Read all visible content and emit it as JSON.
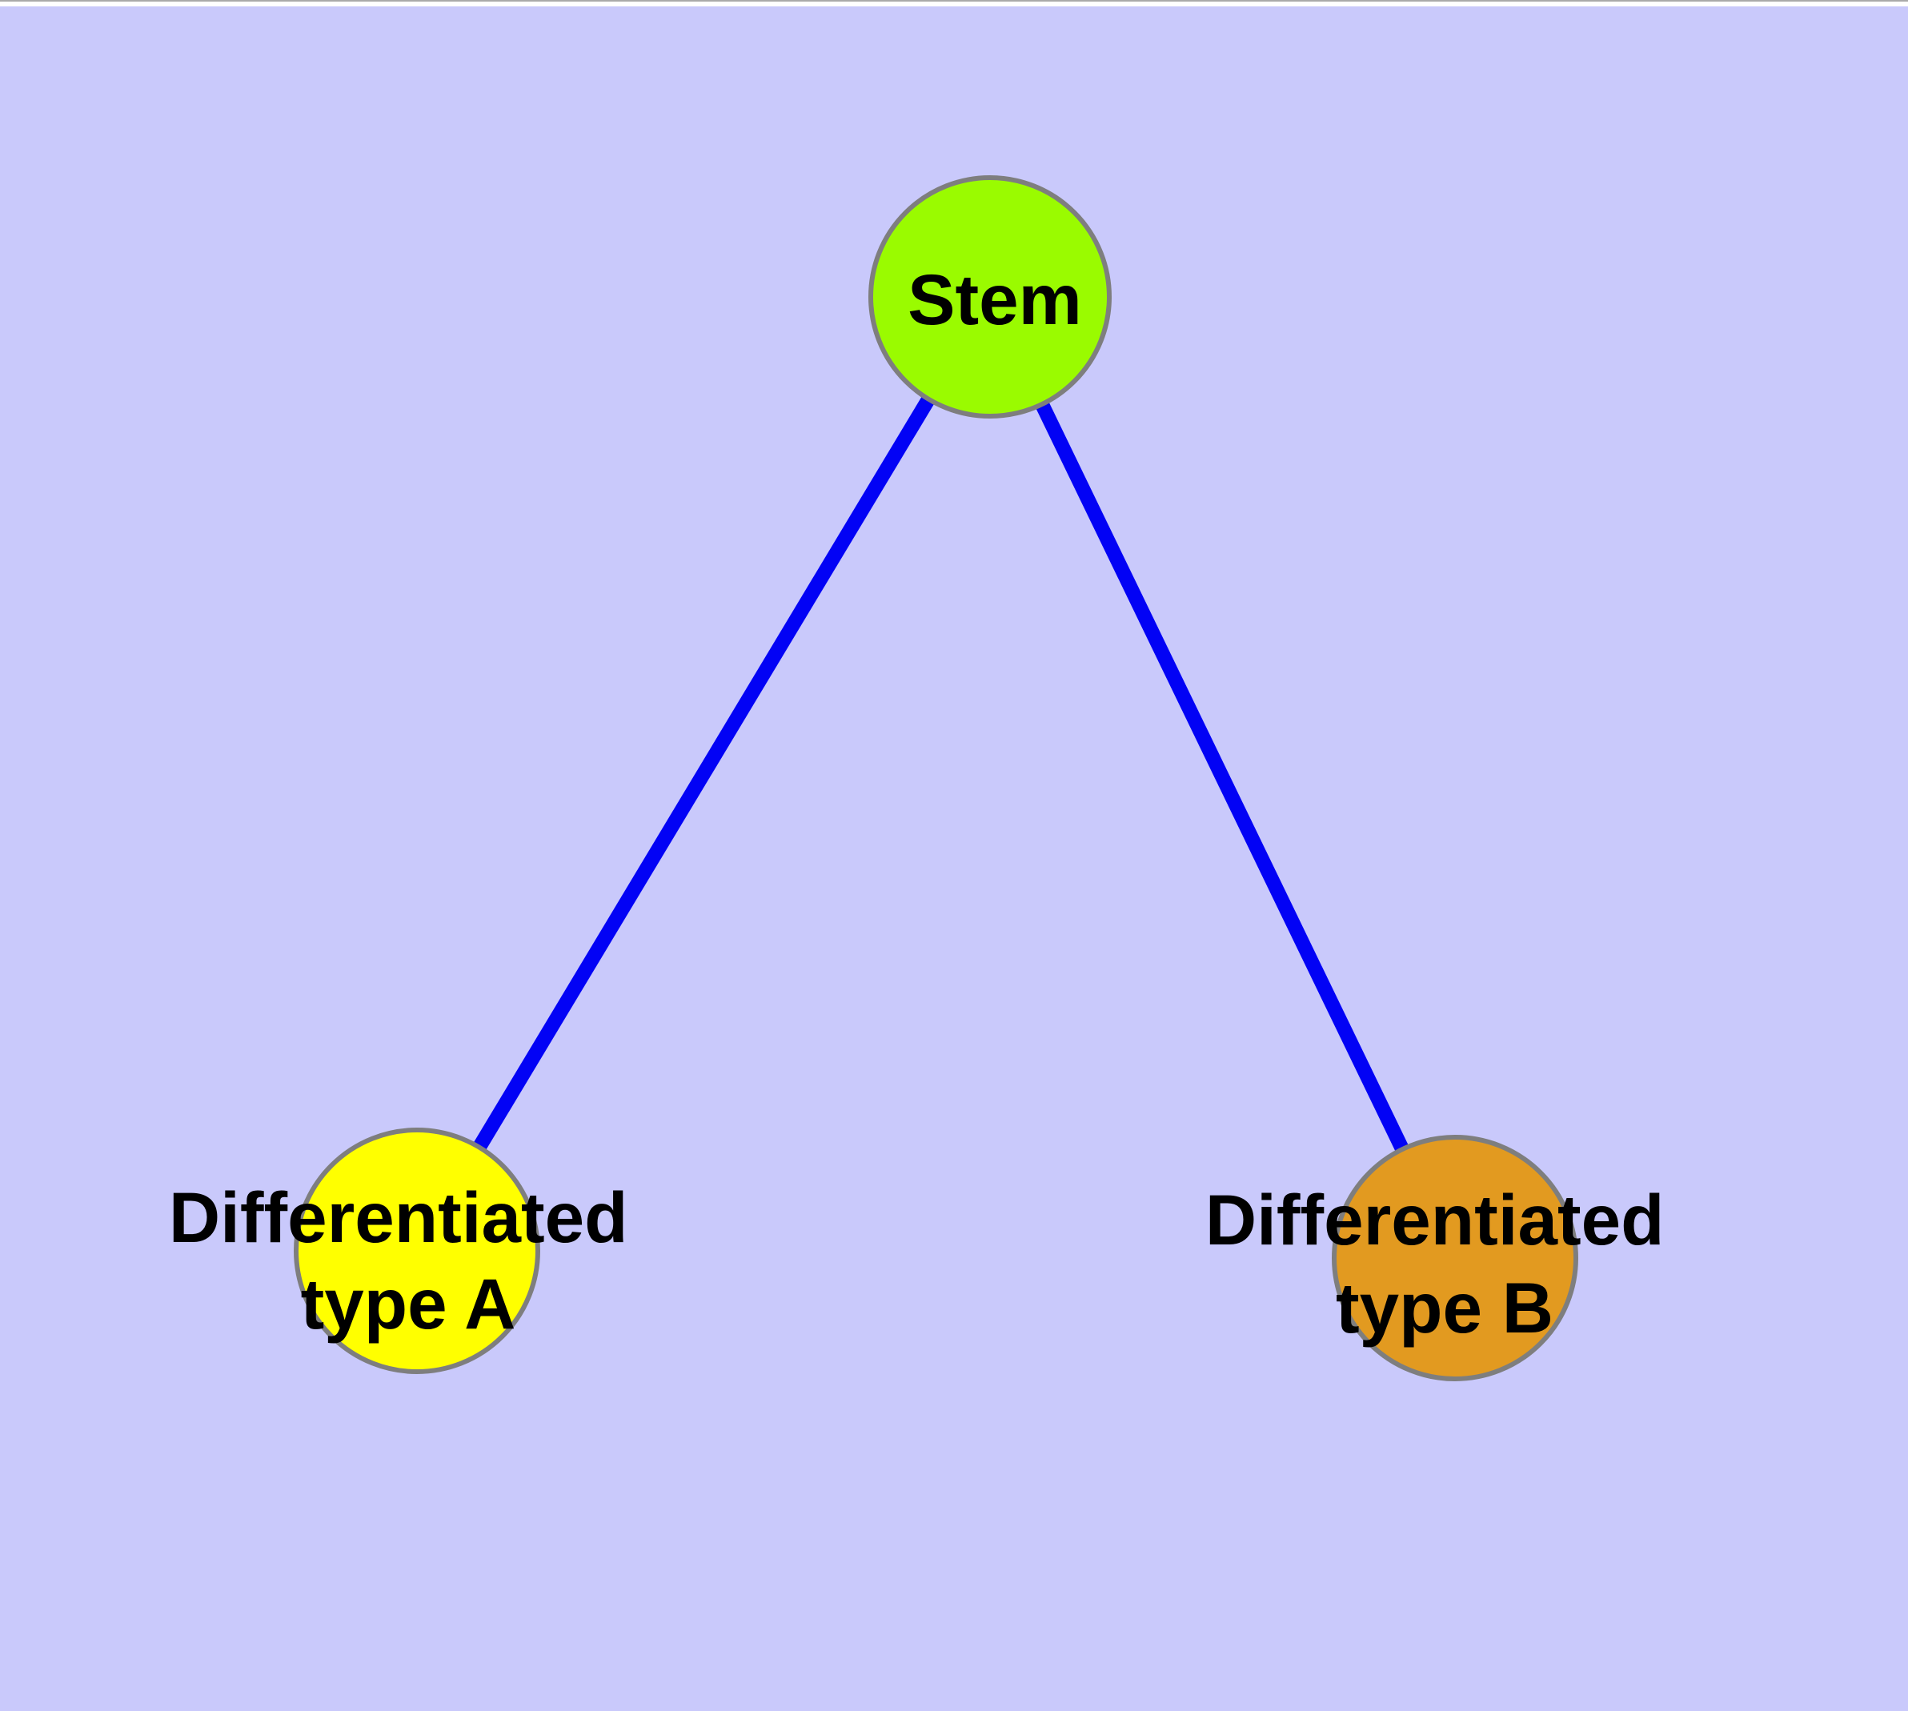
{
  "diagram": {
    "background_color": "#c9c9fb",
    "top_strip": {
      "fill": "#ffffff",
      "border_color": "#aaaaaa"
    },
    "text_color": "#000000",
    "node_border_color": "#7e7e7e",
    "nodes": [
      {
        "id": "stem",
        "label": "Stem",
        "lines": [
          "Stem"
        ],
        "fill": "#9afb00"
      },
      {
        "id": "differentiated-type-a",
        "label": "Differentiated type A",
        "lines": [
          "Differentiated",
          "type A"
        ],
        "fill": "#ffff00"
      },
      {
        "id": "differentiated-type-b",
        "label": "Differentiated type B",
        "lines": [
          "Differentiated",
          "type B"
        ],
        "fill": "#e29a20"
      }
    ],
    "edges": [
      {
        "from": "Stem",
        "to": "Differentiated type A",
        "color": "#0202f5"
      },
      {
        "from": "Stem",
        "to": "Differentiated type B",
        "color": "#0202f5"
      }
    ]
  }
}
